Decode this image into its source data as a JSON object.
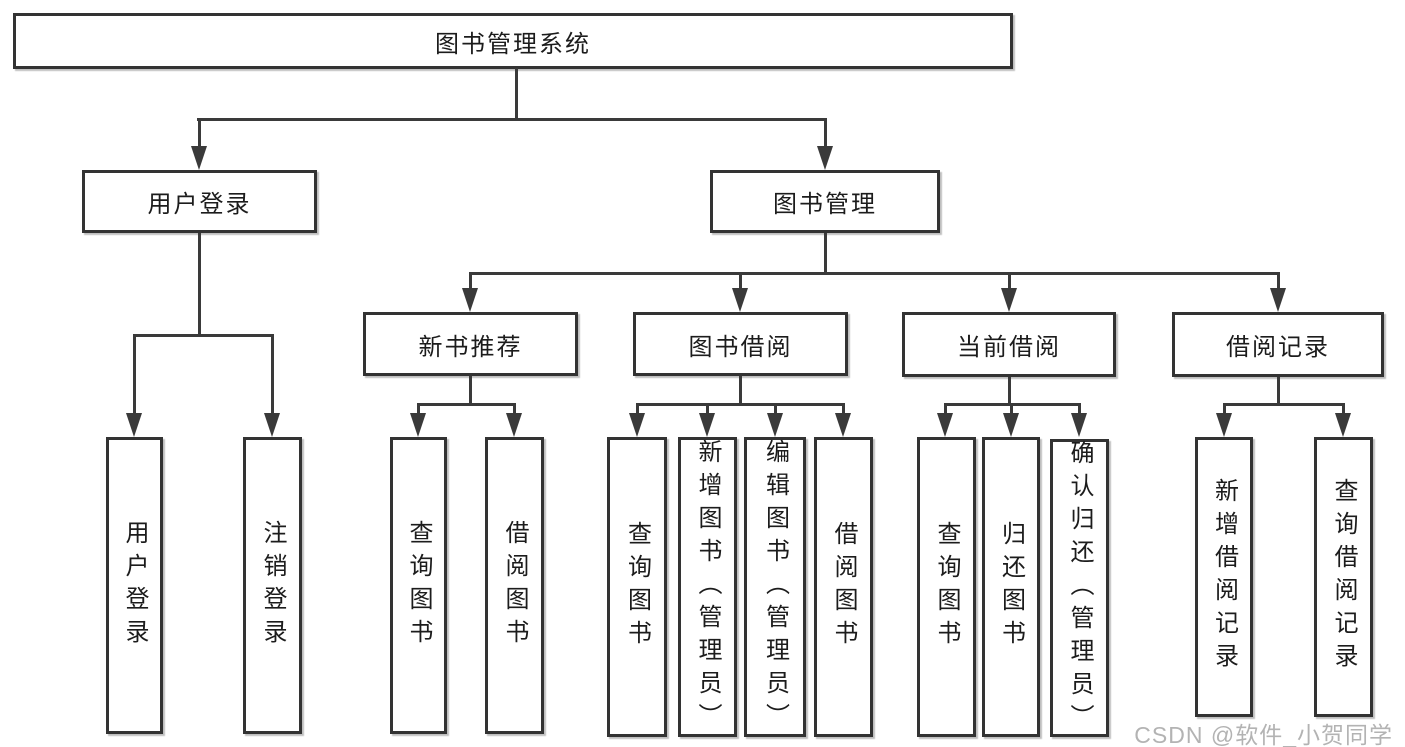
{
  "diagram_title": "图书管理系统",
  "nodes": {
    "root": {
      "label": "图书管理系统"
    },
    "user_login": {
      "label": "用户登录"
    },
    "book_mgmt": {
      "label": "图书管理"
    },
    "new_book_rec": {
      "label": "新书推荐"
    },
    "book_borrow": {
      "label": "图书借阅"
    },
    "current_borrow": {
      "label": "当前借阅"
    },
    "borrow_records": {
      "label": "借阅记录"
    },
    "leaf_user_login": {
      "label": "用户登录"
    },
    "leaf_logout": {
      "label": "注销登录"
    },
    "leaf_query_book_1": {
      "label": "查询图书"
    },
    "leaf_borrow_book_1": {
      "label": "借阅图书"
    },
    "leaf_query_book_2": {
      "label": "查询图书"
    },
    "leaf_add_book": {
      "label": "新增图书（管理员）"
    },
    "leaf_edit_book": {
      "label": "编辑图书（管理员）"
    },
    "leaf_borrow_book_2": {
      "label": "借阅图书"
    },
    "leaf_query_book_3": {
      "label": "查询图书"
    },
    "leaf_return_book": {
      "label": "归还图书"
    },
    "leaf_confirm_return": {
      "label": "确认归还（管理员）"
    },
    "leaf_add_record": {
      "label": "新增借阅记录"
    },
    "leaf_query_record": {
      "label": "查询借阅记录"
    }
  },
  "watermark": "CSDN @软件_小贺同学",
  "colors": {
    "line": "#3a3a3a",
    "box_border": "#333333",
    "box_fill": "#ffffff",
    "text": "#1c1c1c",
    "watermark": "#b3b3b3"
  }
}
